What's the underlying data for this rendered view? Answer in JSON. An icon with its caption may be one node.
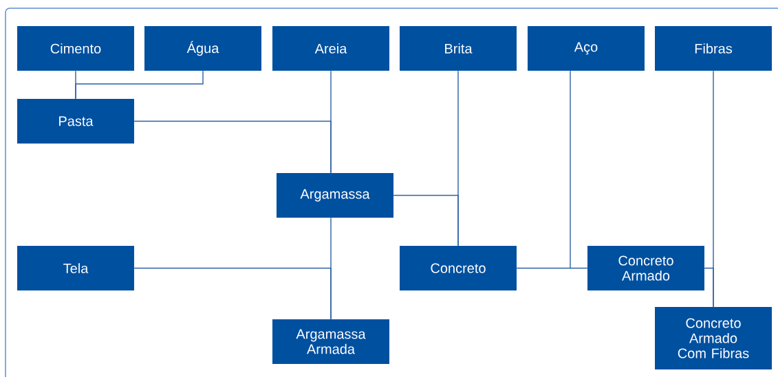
{
  "diagram": {
    "nodes": [
      {
        "text": [
          "Cimento"
        ]
      },
      {
        "text": [
          "Água"
        ]
      },
      {
        "text": [
          "Areia"
        ]
      },
      {
        "text": [
          "Brita"
        ]
      },
      {
        "text": [
          "Aço"
        ]
      },
      {
        "text": [
          "Fibras"
        ]
      },
      {
        "text": [
          "Pasta"
        ]
      },
      {
        "text": [
          "Argamassa"
        ]
      },
      {
        "text": [
          "Tela"
        ]
      },
      {
        "text": [
          "Concreto"
        ]
      },
      {
        "text": [
          "Concreto Armado"
        ]
      },
      {
        "text": [
          "Argamassa Armada"
        ]
      },
      {
        "text": [
          "Concreto Armado Com Fibras"
        ]
      }
    ],
    "edges": [
      {
        "from": 0,
        "to": 6,
        "arrow": "none"
      },
      {
        "from": 1,
        "to": 6,
        "arrow": "none"
      },
      {
        "from": 2,
        "to": 7,
        "arrow": "none"
      },
      {
        "from": 6,
        "to": 7,
        "arrow": "none"
      },
      {
        "from": 3,
        "to": 9,
        "arrow": "none"
      },
      {
        "from": 7,
        "to": 9,
        "arrow": "none"
      },
      {
        "from": 7,
        "to": 11,
        "arrow": "none"
      },
      {
        "from": 8,
        "to": 11,
        "arrow": "none"
      },
      {
        "from": 9,
        "to": 10,
        "arrow": "none"
      },
      {
        "from": 4,
        "to": 10,
        "arrow": "none"
      },
      {
        "from": 5,
        "to": 12,
        "arrow": "none"
      },
      {
        "from": 10,
        "to": 12,
        "arrow": "none"
      }
    ]
  }
}
